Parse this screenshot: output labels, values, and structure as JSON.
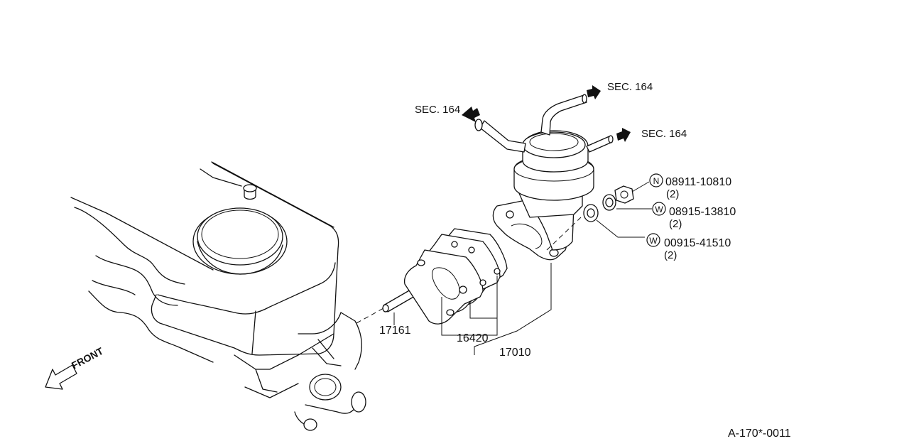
{
  "callouts": {
    "sec_left": "SEC. 164",
    "sec_top": "SEC. 164",
    "sec_right": "SEC. 164"
  },
  "parts": {
    "nut": {
      "symbol": "N",
      "number": "08911-10810",
      "qty": "(2)"
    },
    "lock_washer": {
      "symbol": "W",
      "number": "08915-13810",
      "qty": "(2)"
    },
    "plain_washer": {
      "symbol": "W",
      "number": "00915-41510",
      "qty": "(2)"
    },
    "stud": "17161",
    "gaskets": "16420",
    "fuel_pump": "17010"
  },
  "front_label": "FRONT",
  "drawing_code": "A-170*-0011",
  "colors": {
    "ink": "#111111",
    "paper": "#ffffff"
  }
}
